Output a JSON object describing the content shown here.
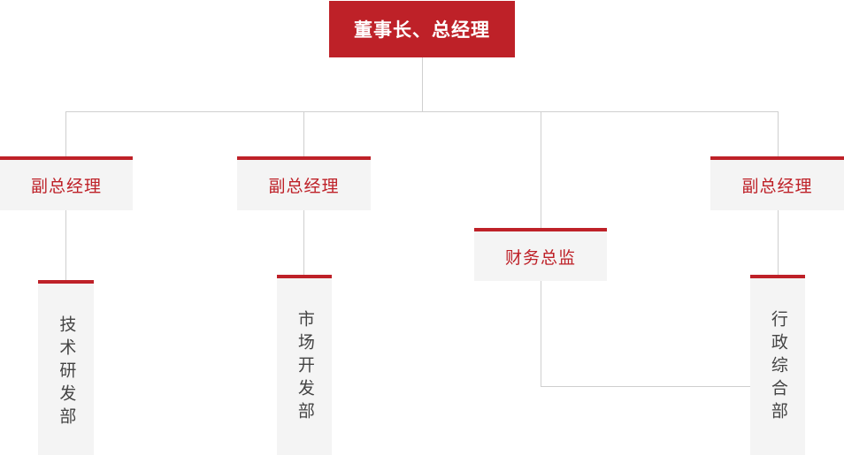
{
  "chart": {
    "title_box": {
      "label": "董事长、总经理",
      "bg_color": "#be2128",
      "text_color": "#ffffff"
    },
    "level2": [
      {
        "label": "副总经理",
        "role": "deputy-general-manager-1"
      },
      {
        "label": "副总经理",
        "role": "deputy-general-manager-2"
      },
      {
        "label": "财务总监",
        "role": "finance-director"
      },
      {
        "label": "副总经理",
        "role": "deputy-general-manager-3"
      }
    ],
    "departments": [
      {
        "label": "技术研发部",
        "key": "technology-rd-department"
      },
      {
        "label": "市场开发部",
        "key": "market-development-department"
      },
      {
        "label": "行政综合部",
        "key": "administration-general-department"
      }
    ],
    "colors": {
      "accent_red": "#be2128",
      "box_fill": "#f4f4f4",
      "connector": "#cfcfcf",
      "dept_text": "#444444"
    }
  }
}
